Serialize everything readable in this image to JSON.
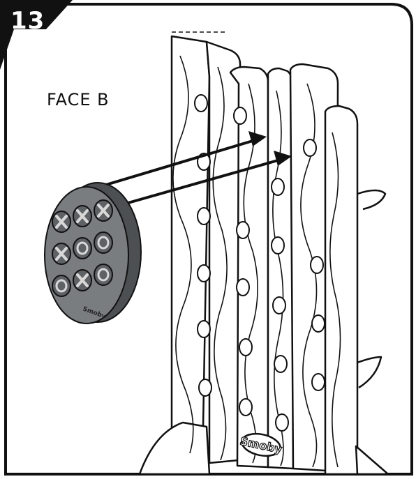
{
  "step": {
    "number": "13"
  },
  "label": {
    "face": "FACE B"
  },
  "game_disc": {
    "symbols": [
      "X",
      "X",
      "X",
      "X",
      "O",
      "O",
      "O",
      "X",
      "O"
    ],
    "brand": "Smoby"
  },
  "stand": {
    "brand": "Smoby"
  },
  "colors": {
    "ink": "#111111",
    "disc": "#7a7d80",
    "disc_dark": "#4d5053",
    "paper": "#ffffff"
  }
}
